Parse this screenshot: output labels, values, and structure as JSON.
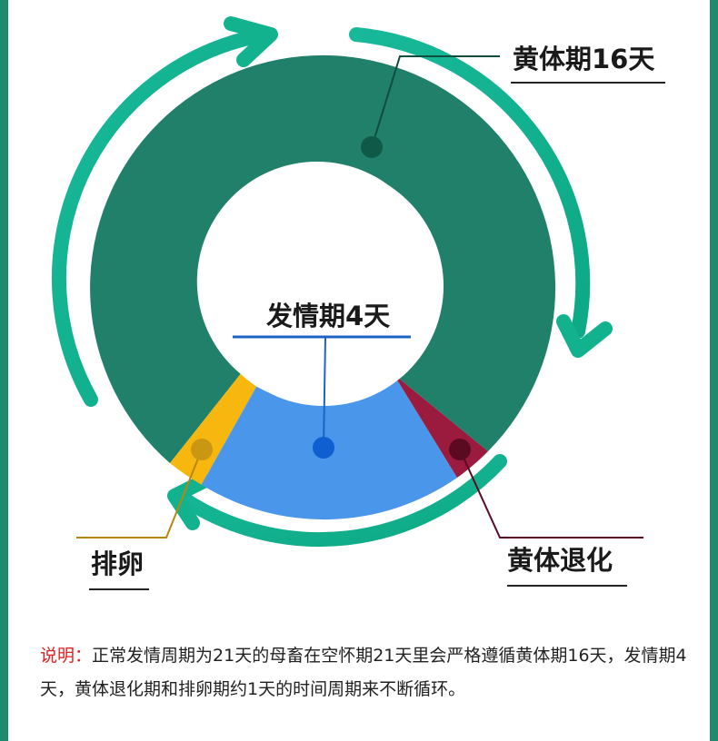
{
  "labels": {
    "luteal": "黄体期16天",
    "estrus": "发情期4天",
    "regression": "黄体退化",
    "ovulation": "排卵"
  },
  "note": {
    "label": "说明：",
    "text": "正常发情周期为21天的母畜在空怀期21天里会严格遵循黄体期16天，发情期4天，黄体退化期和排卵期约1天的时间周期来不断循环。"
  },
  "colors": {
    "luteal": "#208069",
    "estrus": "#4a96ea",
    "regression": "#9b1b3e",
    "ovulation": "#f8b70e",
    "arrow": "#12b08c",
    "frame": "#1e8a6e",
    "note_label": "#e02020"
  }
}
